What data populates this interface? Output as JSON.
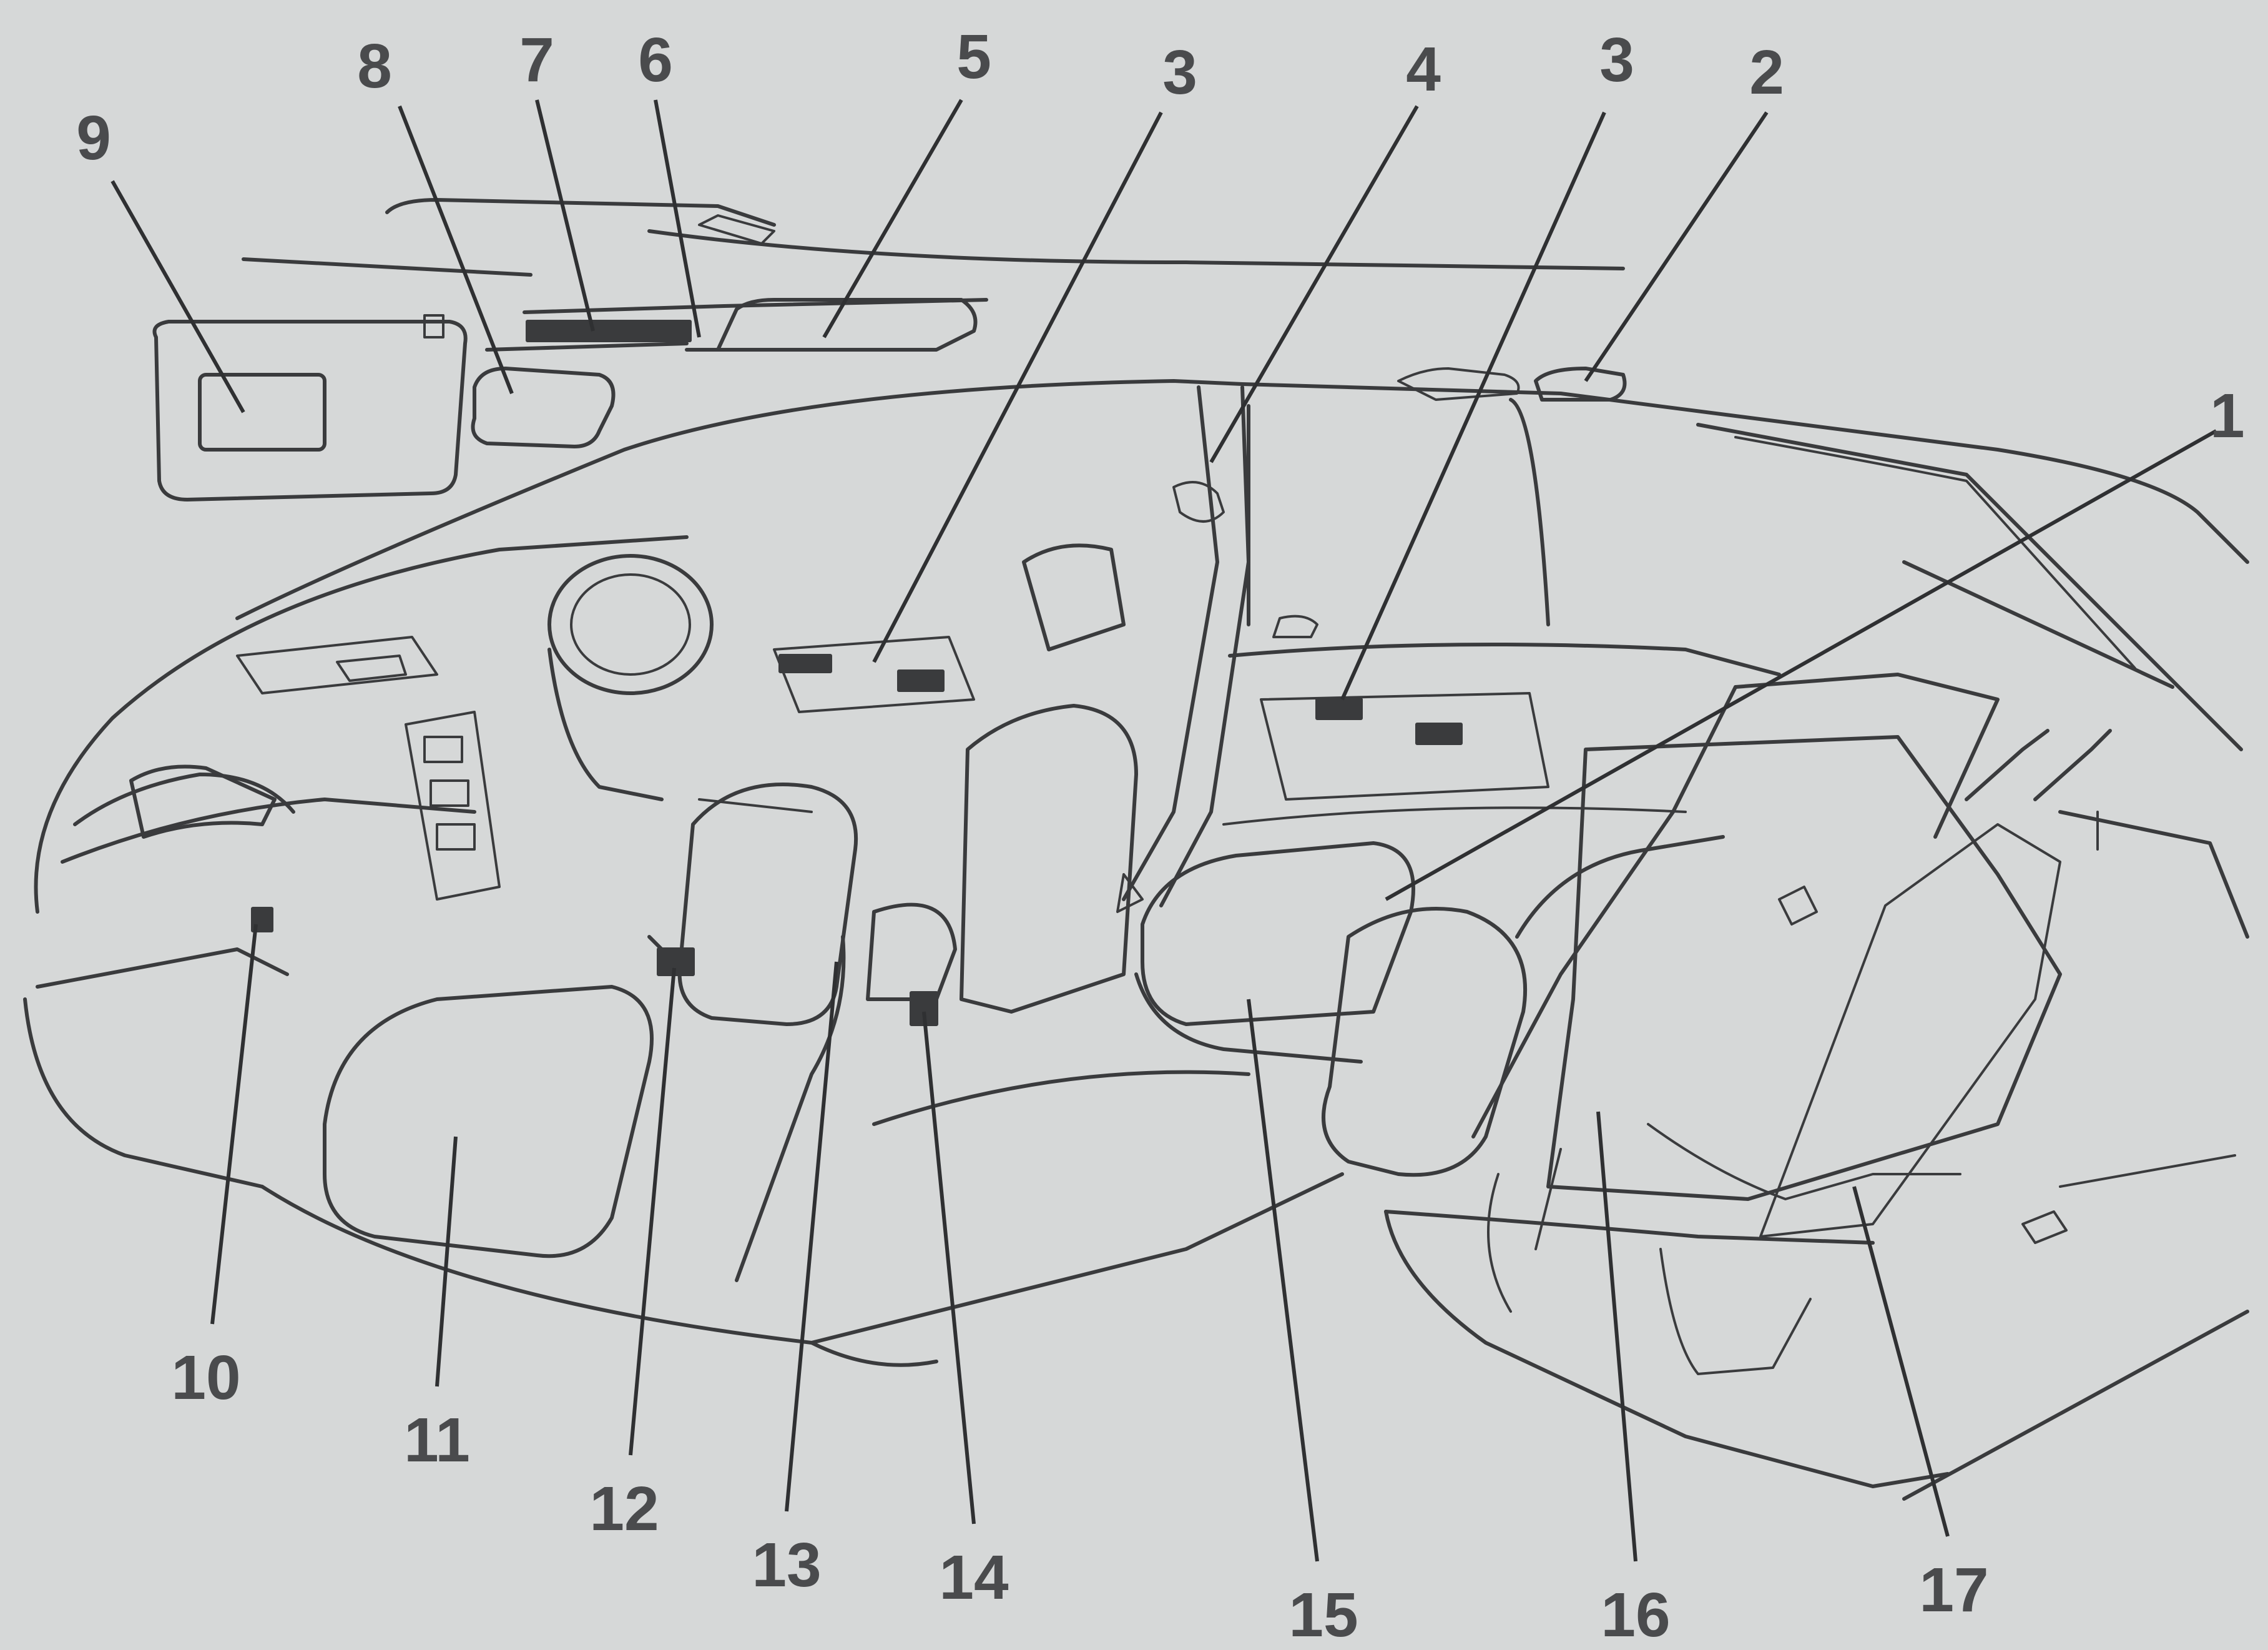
{
  "callouts": [
    {
      "number": "1"
    },
    {
      "number": "2"
    },
    {
      "number": "3"
    },
    {
      "number": "3"
    },
    {
      "number": "4"
    },
    {
      "number": "5"
    },
    {
      "number": "6"
    },
    {
      "number": "7"
    },
    {
      "number": "8"
    },
    {
      "number": "9"
    },
    {
      "number": "10"
    },
    {
      "number": "11"
    },
    {
      "number": "12"
    },
    {
      "number": "13"
    },
    {
      "number": "14"
    },
    {
      "number": "15"
    },
    {
      "number": "16"
    },
    {
      "number": "17"
    }
  ],
  "colors": {
    "paper": "#d6d8d8",
    "ink": "#3a3b3d",
    "number": "#4a4b4d"
  }
}
